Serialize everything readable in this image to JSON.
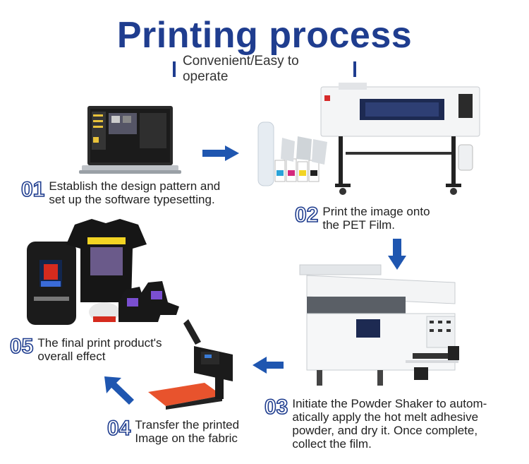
{
  "header": {
    "title": "Printing process",
    "subtitle": "Convenient/Easy to operate"
  },
  "steps": [
    {
      "num": "01",
      "text_line1": "Establish the design pattern and",
      "text_line2": "set up the software typesetting."
    },
    {
      "num": "02",
      "text_line1": "Print the image onto",
      "text_line2": "the PET Film."
    },
    {
      "num": "03",
      "text_line1": "Initiate the Powder Shaker to autom-",
      "text_line2": "atically apply the hot melt adhesive",
      "text_line3": "powder, and dry it. Once complete,",
      "text_line4": "collect the film."
    },
    {
      "num": "04",
      "text_line1": "Transfer the printed",
      "text_line2": "Image on the fabric"
    },
    {
      "num": "05",
      "text_line1": "The final print product's",
      "text_line2": "overall effect"
    }
  ],
  "colors": {
    "accent": "#1f3d8f",
    "heatpress_plate": "#e8532d"
  }
}
